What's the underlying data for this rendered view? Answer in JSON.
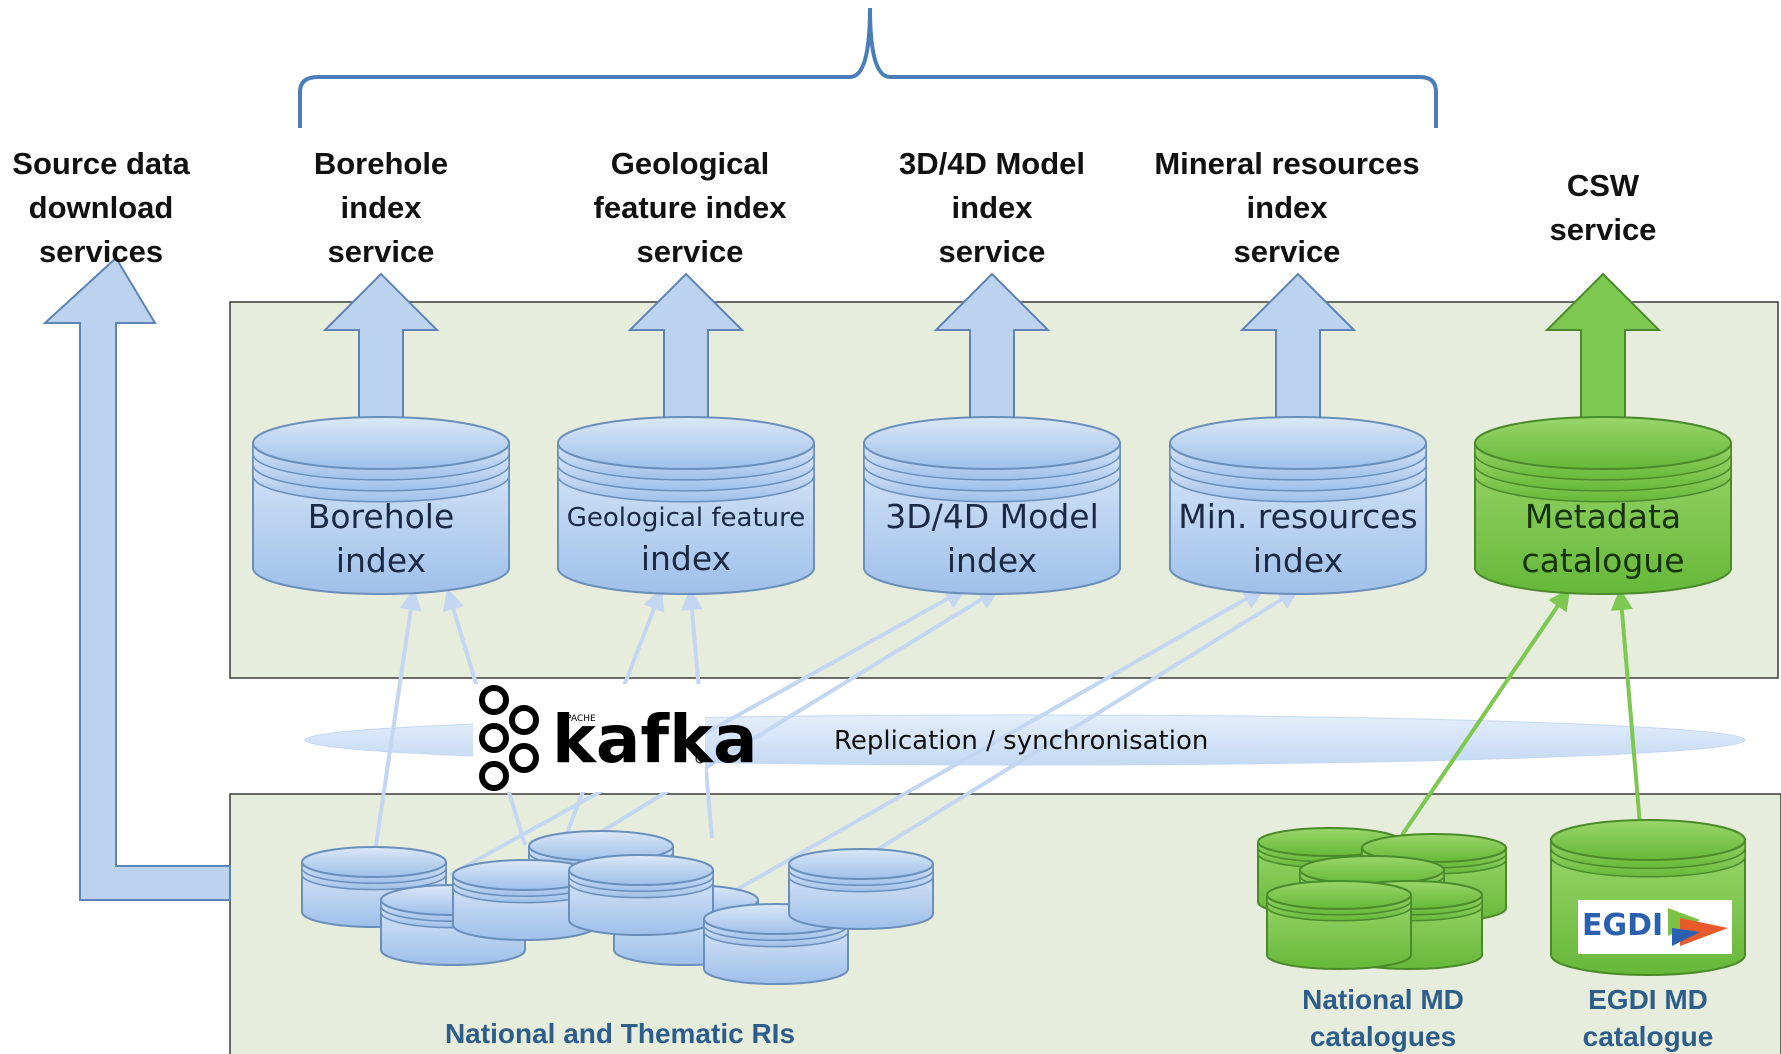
{
  "services": {
    "source_data": [
      "Source data",
      "download",
      "services"
    ],
    "borehole": [
      "Borehole",
      "index",
      "service"
    ],
    "geological": [
      "Geological",
      "feature index",
      "service"
    ],
    "model": [
      "3D/4D Model",
      "index",
      "service"
    ],
    "mineral": [
      "Mineral resources",
      "index",
      "service"
    ],
    "csw": [
      "CSW",
      "service"
    ]
  },
  "indexes": {
    "borehole": [
      "Borehole",
      "index"
    ],
    "geological": [
      "Geological feature",
      "index"
    ],
    "model": [
      "3D/4D Model",
      "index"
    ],
    "mineral": [
      "Min. resources",
      "index"
    ],
    "metadata": [
      "Metadata",
      "catalogue"
    ]
  },
  "replication_label": "Replication / synchronisation",
  "kafka": {
    "apache": "APACHE",
    "word": "kafka"
  },
  "bottom": {
    "national_ris": "National and Thematic RIs",
    "national_md": [
      "National MD",
      "catalogues"
    ],
    "egdi_md": [
      "EGDI MD",
      "catalogue"
    ],
    "egdi_logo_text": "EGDI"
  },
  "colors": {
    "blue_fill": "#b9d3f2",
    "blue_stroke": "#6a8fba",
    "green_fill": "#7ec850",
    "green_stroke": "#4a8a2a",
    "panel_fill": "#e6eddc",
    "brace": "#4a7ebb"
  }
}
